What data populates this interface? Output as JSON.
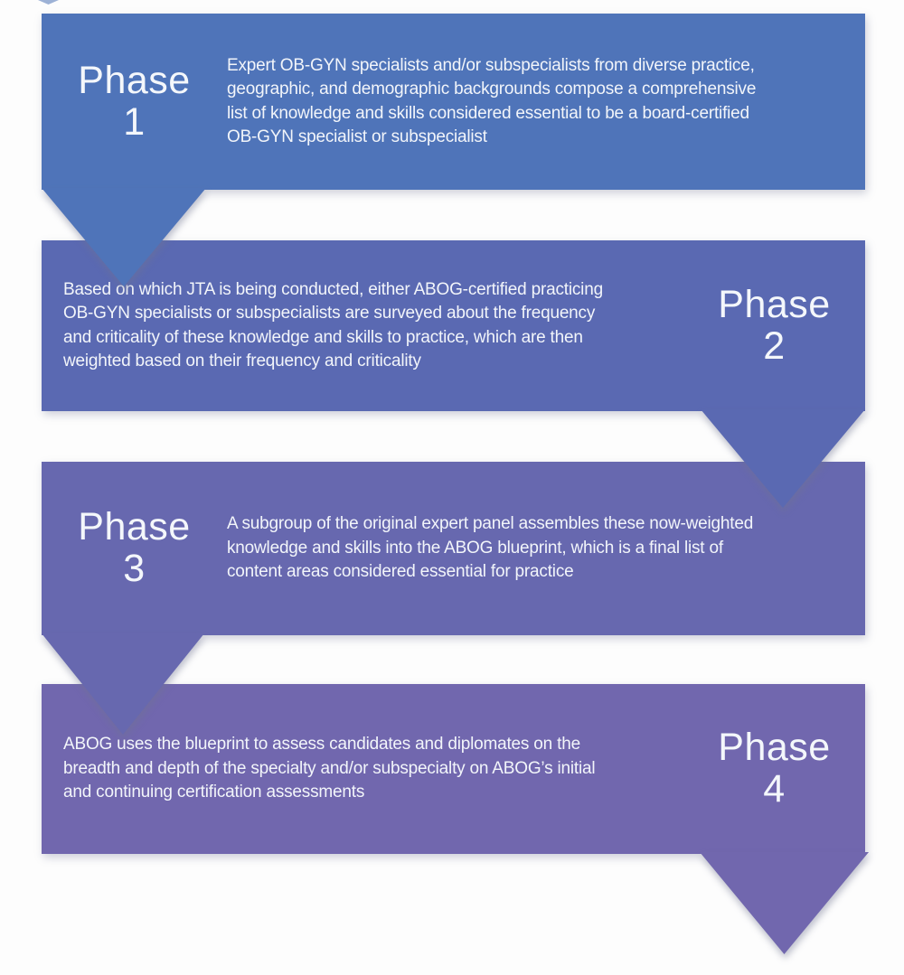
{
  "diagram": {
    "type": "step-down-process",
    "top_arrow_remnant_color": "#9DB2D6",
    "background_color": "#fdfdfd",
    "text_color": "#ffffff"
  },
  "phases": [
    {
      "label_word": "Phase",
      "label_number": "1",
      "label_side": "left",
      "color": "#4F74B9",
      "description": "Expert OB-GYN specialists and/or subspecialists from diverse practice,\ngeographic, and demographic backgrounds compose a comprehensive\nlist of knowledge and skills considered essential to be a board-certified\nOB-GYN specialist or subspecialist"
    },
    {
      "label_word": "Phase",
      "label_number": "2",
      "label_side": "right",
      "color": "#5A69B2",
      "description": "Based on which JTA is being conducted, either ABOG-certified practicing\nOB-GYN specialists or subspecialists are surveyed about the frequency\nand criticality of these knowledge and skills to practice, which are then\nweighted based on their frequency and criticality"
    },
    {
      "label_word": "Phase",
      "label_number": "3",
      "label_side": "left",
      "color": "#6768AF",
      "description": "A subgroup of the original expert panel assembles these now-weighted\nknowledge and skills into the ABOG blueprint, which is a final list of\ncontent areas considered essential for practice"
    },
    {
      "label_word": "Phase",
      "label_number": "4",
      "label_side": "right",
      "color": "#7167AE",
      "description": "ABOG uses the blueprint to assess candidates and diplomates on the\nbreadth and depth of the specialty and/or subspecialty on ABOG’s initial\nand continuing certification assessments"
    }
  ]
}
